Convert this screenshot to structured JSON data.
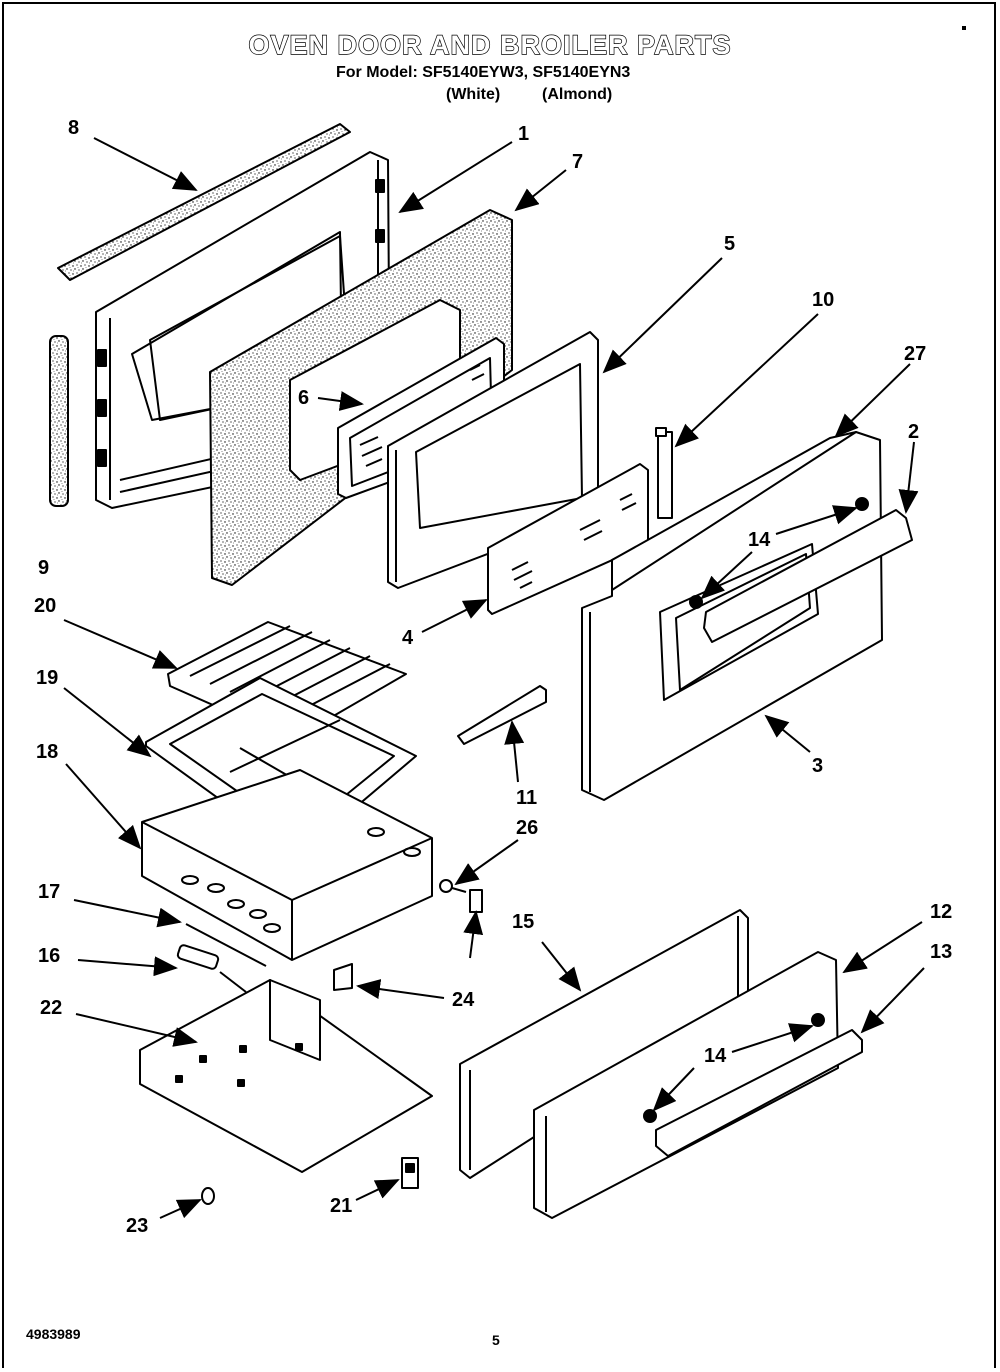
{
  "title": "OVEN DOOR AND BROILER PARTS",
  "model_line": "For Model: SF5140EYW3, SF5140EYN3",
  "color_white": "(White)",
  "color_almond": "(Almond)",
  "document_number": "4983989",
  "page_number": "5",
  "callouts": {
    "c1": "1",
    "c2": "2",
    "c3": "3",
    "c4": "4",
    "c5": "5",
    "c6": "6",
    "c7": "7",
    "c8": "8",
    "c9": "9",
    "c10": "10",
    "c11": "11",
    "c12": "12",
    "c13": "13",
    "c14a": "14",
    "c14b": "14",
    "c15": "15",
    "c16": "16",
    "c17": "17",
    "c18": "18",
    "c19": "19",
    "c20": "20",
    "c21": "21",
    "c22": "22",
    "c23": "23",
    "c24": "24",
    "c26": "26",
    "c27": "27"
  }
}
